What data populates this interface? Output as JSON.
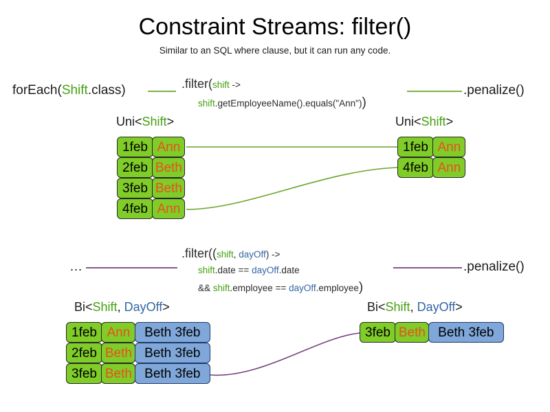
{
  "slide": {
    "title": "Constraint Streams: filter()",
    "subtitle": "Similar to an SQL where clause, but it can run any code."
  },
  "colors": {
    "green_fill": "#80cc28",
    "blue_fill": "#7fa7d9",
    "name_text": "#e8501e",
    "shift_token": "#44a012",
    "dayoff_token": "#3465a4",
    "wire_green": "#6aa428",
    "wire_purple": "#73427a"
  },
  "uni_row": {
    "source": "forEach(",
    "source_type": "Shift",
    "source_tail": ".class)",
    "filter_head": ".filter(",
    "filter_param": "shift",
    "filter_arrow": " ->",
    "filter_body_var": "shift",
    "filter_body_rest": ".getEmployeeName().equals(\"Ann\")",
    "filter_close": ")",
    "sink": ".penalize()",
    "left_label_pre": "Uni<",
    "left_label_type": "Shift",
    "left_label_post": ">",
    "right_label_pre": "Uni<",
    "right_label_type": "Shift",
    "right_label_post": ">",
    "left_tuples": [
      {
        "date": "1feb",
        "employee": "Ann"
      },
      {
        "date": "2feb",
        "employee": "Beth"
      },
      {
        "date": "3feb",
        "employee": "Beth"
      },
      {
        "date": "4feb",
        "employee": "Ann"
      }
    ],
    "right_tuples": [
      {
        "date": "1feb",
        "employee": "Ann"
      },
      {
        "date": "4feb",
        "employee": "Ann"
      }
    ]
  },
  "bi_row": {
    "source": "…",
    "filter_head": ".filter((",
    "filter_param_a": "shift",
    "filter_comma": ", ",
    "filter_param_b": "dayOff",
    "filter_arrow": ") ->",
    "line2_var_a": "shift",
    "line2_mid": ".date == ",
    "line2_var_b": "dayOff",
    "line2_tail": ".date",
    "line3_lead": "&& ",
    "line3_var_a": "shift",
    "line3_mid": ".employee == ",
    "line3_var_b": "dayOff",
    "line3_tail": ".employee",
    "filter_close": ")",
    "sink": ".penalize()",
    "left_label_pre": "Bi<",
    "left_label_type_a": "Shift",
    "left_label_comma": ", ",
    "left_label_type_b": "DayOff",
    "left_label_post": ">",
    "right_label_pre": "Bi<",
    "right_label_type_a": "Shift",
    "right_label_comma": ", ",
    "right_label_type_b": "DayOff",
    "right_label_post": ">",
    "left_tuples": [
      {
        "date": "1feb",
        "employee": "Ann",
        "dayoff": "Beth 3feb"
      },
      {
        "date": "2feb",
        "employee": "Beth",
        "dayoff": "Beth 3feb"
      },
      {
        "date": "3feb",
        "employee": "Beth",
        "dayoff": "Beth 3feb"
      }
    ],
    "right_tuples": [
      {
        "date": "3feb",
        "employee": "Beth",
        "dayoff": "Beth 3feb"
      }
    ]
  }
}
